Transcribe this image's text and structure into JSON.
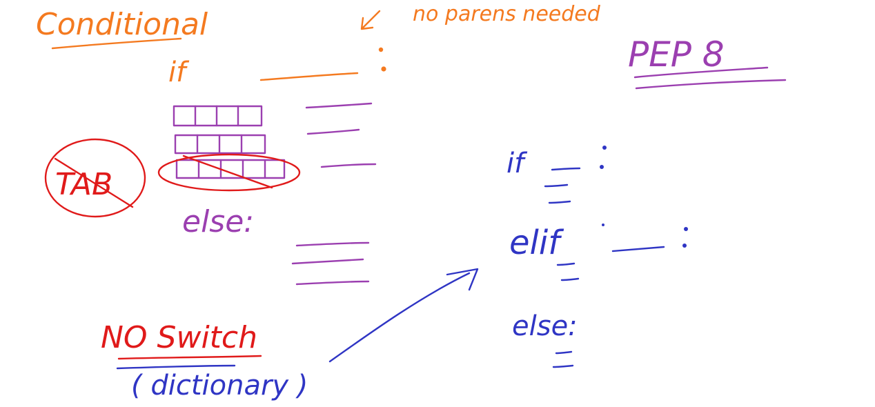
{
  "title": "Conditional",
  "note": "no parens needed",
  "pep": "PEP 8",
  "left_if": "if",
  "left_else": "else:",
  "tab": "TAB",
  "no_switch": "NO Switch",
  "dictionary": "( dictionary )",
  "right_if": "if",
  "right_elif": "elif",
  "right_else": "else:",
  "colors": {
    "orange": "#f47a20",
    "purple": "#9b3fb0",
    "red": "#e01a1a",
    "blue": "#2f35c4"
  }
}
